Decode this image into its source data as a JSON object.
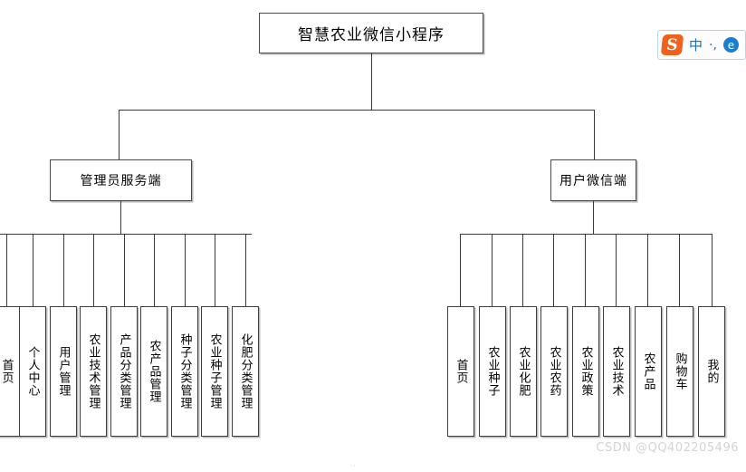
{
  "diagram": {
    "title": "智慧农业微信小程序",
    "branches": [
      {
        "id": "admin",
        "label": "管理员服务端",
        "leaves": [
          "首页",
          "个人中心",
          "用户管理",
          "农业技术管理",
          "产品分类管理",
          "农产品管理",
          "种子分类管理",
          "农业种子管理",
          "化肥分类管理"
        ]
      },
      {
        "id": "user",
        "label": "用户微信端",
        "leaves": [
          "首页",
          "农业种子",
          "农业化肥",
          "农业农药",
          "农业政策",
          "农业技术",
          "农产品",
          "购物车",
          "我的"
        ]
      }
    ]
  },
  "ime_toolbar": {
    "logo_letter": "S",
    "mode_label": "中",
    "punctuation_label": "·,",
    "circle_label": "e"
  },
  "watermark": {
    "text": "CSDN @QQ402205496",
    "stray_mark": "··"
  },
  "colors": {
    "background": "#ffffff",
    "box_border": "#3d3d3d",
    "line": "#3a3a3a",
    "text": "#000000",
    "watermark": "#d3d3d3",
    "ime_orange": "#f0611b",
    "ime_blue": "#1a7fd4"
  }
}
